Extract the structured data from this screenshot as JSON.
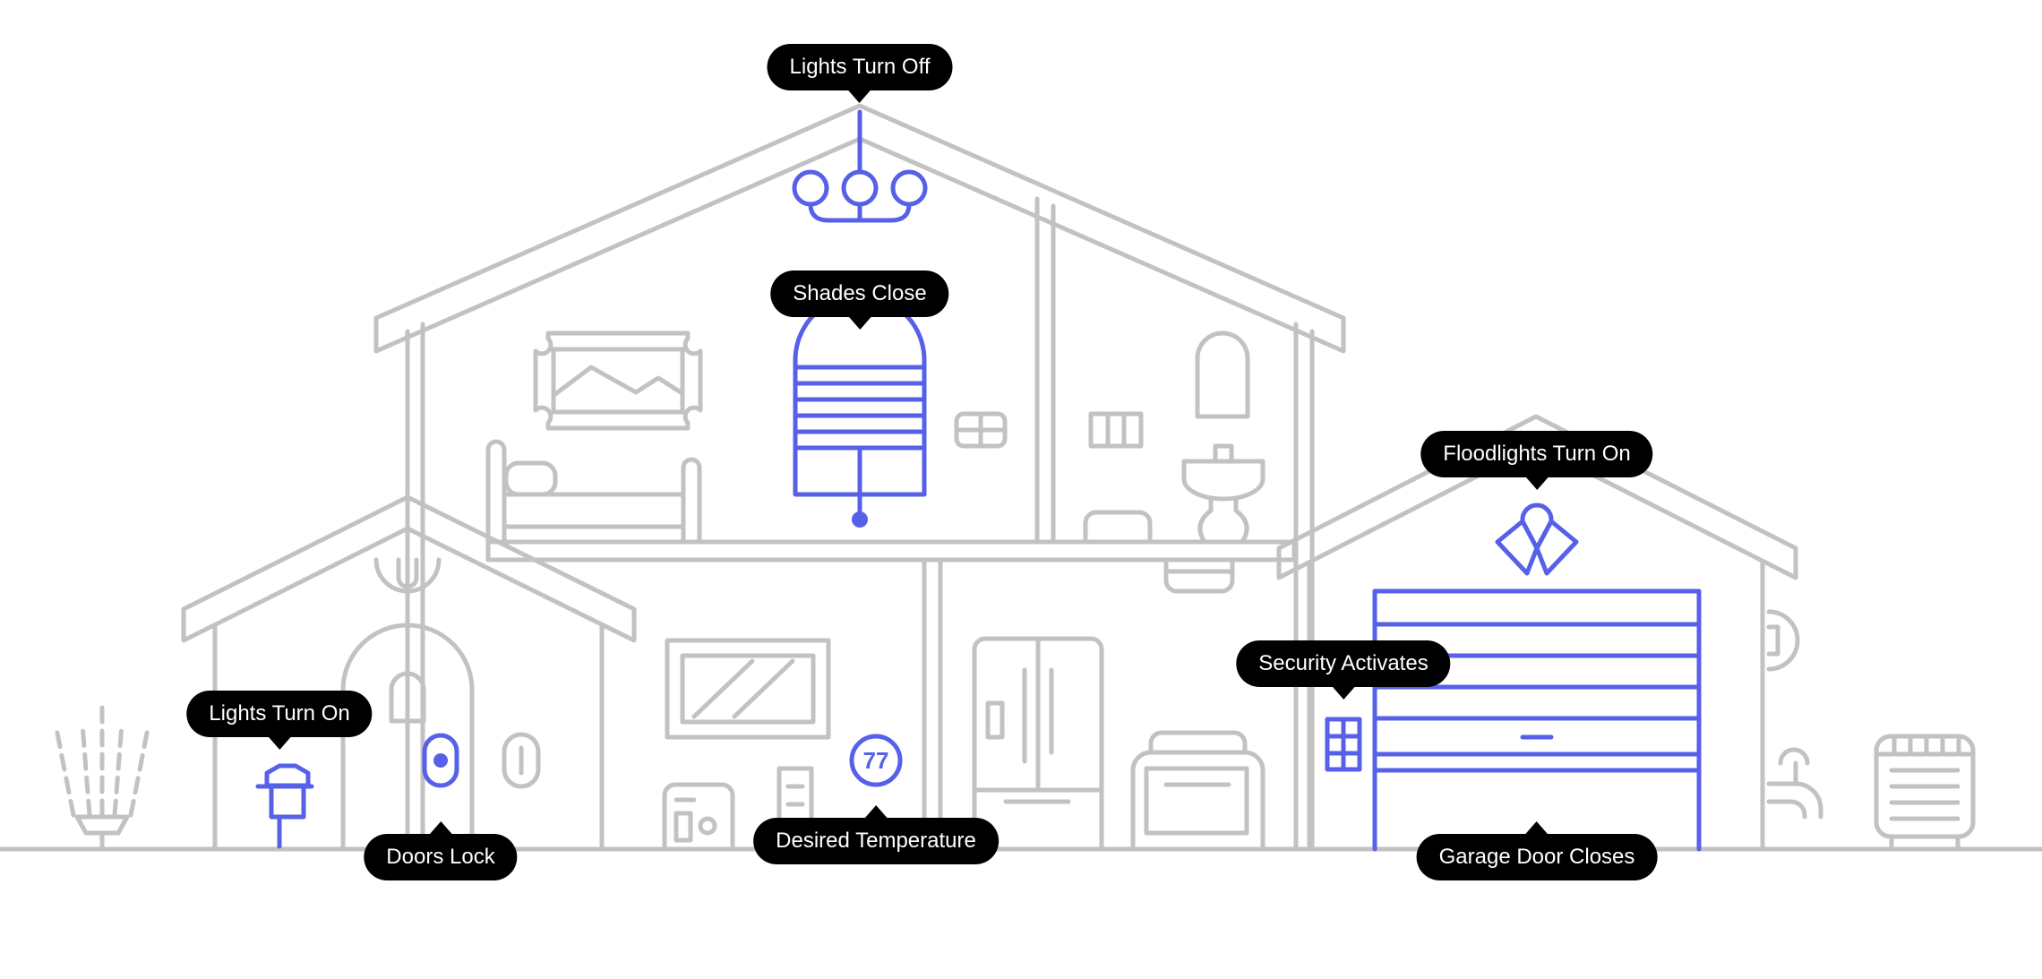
{
  "colors": {
    "outline": "#c2c2c2",
    "device": "#5660e8",
    "label_background": "#000000",
    "label_text": "#ffffff"
  },
  "labels": {
    "lights_turn_off": "Lights Turn Off",
    "shades_close": "Shades Close",
    "floodlights_turn_on": "Floodlights Turn On",
    "security_activates": "Security Activates",
    "lights_turn_on": "Lights Turn On",
    "doors_lock": "Doors Lock",
    "desired_temperature": "Desired Temperature",
    "garage_door_closes": "Garage Door Closes"
  },
  "thermostat": {
    "value": "77"
  },
  "icons": [
    "chandelier-icon",
    "window-shade-icon",
    "floodlight-icon",
    "security-keypad-icon",
    "porch-light-icon",
    "door-lock-icon",
    "thermostat-icon",
    "garage-door-icon"
  ]
}
